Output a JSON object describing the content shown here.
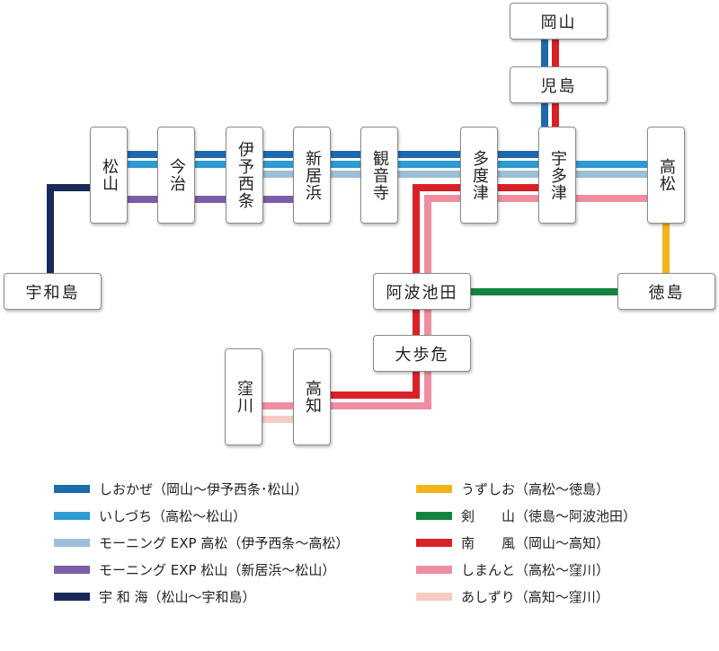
{
  "colors": {
    "shiokaze": "#1f6aad",
    "ishizuchi": "#2e9bd2",
    "morning_takamatsu": "#9bbfd8",
    "morning_matsuyama": "#7b5ea7",
    "uwakai": "#1a2a57",
    "uzushio": "#f3b41b",
    "tsurugi": "#13843d",
    "nanpu": "#d92128",
    "shimanto": "#ef8ea1",
    "ashizuri": "#f6cbc2"
  },
  "stations": {
    "okayama": "岡山",
    "kojima": "児島",
    "matsuyama": "松山",
    "imabari": "今治",
    "iyosaijo": "伊予西条",
    "niihama": "新居浜",
    "kanonji": "観音寺",
    "tadotsu": "多度津",
    "utazu": "宇多津",
    "takamatsu": "高松",
    "uwajima": "宇和島",
    "awaikeda": "阿波池田",
    "tokushima": "徳島",
    "oboke": "大歩危",
    "kubokawa": "窪川",
    "kochi": "高知"
  },
  "legend": [
    {
      "label": "しおかぜ（岡山〜伊予西条･松山）",
      "color": "#1f6aad"
    },
    {
      "label": "いしづち（高松〜松山）",
      "color": "#2e9bd2"
    },
    {
      "label": "モーニング EXP 高松（伊予西条〜高松）",
      "color": "#9bbfd8"
    },
    {
      "label": "モーニング EXP 松山（新居浜〜松山）",
      "color": "#7b5ea7"
    },
    {
      "label": "宇 和 海（松山〜宇和島）",
      "color": "#1a2a57"
    },
    {
      "label": "うずしお（高松〜徳島）",
      "color": "#f3b41b"
    },
    {
      "label": "剣　　山（徳島〜阿波池田）",
      "color": "#13843d"
    },
    {
      "label": "南　　風（岡山〜高知）",
      "color": "#d92128"
    },
    {
      "label": "しまんと（高松〜窪川）",
      "color": "#ef8ea1"
    },
    {
      "label": "あしずり（高知〜窪川）",
      "color": "#f6cbc2"
    }
  ]
}
